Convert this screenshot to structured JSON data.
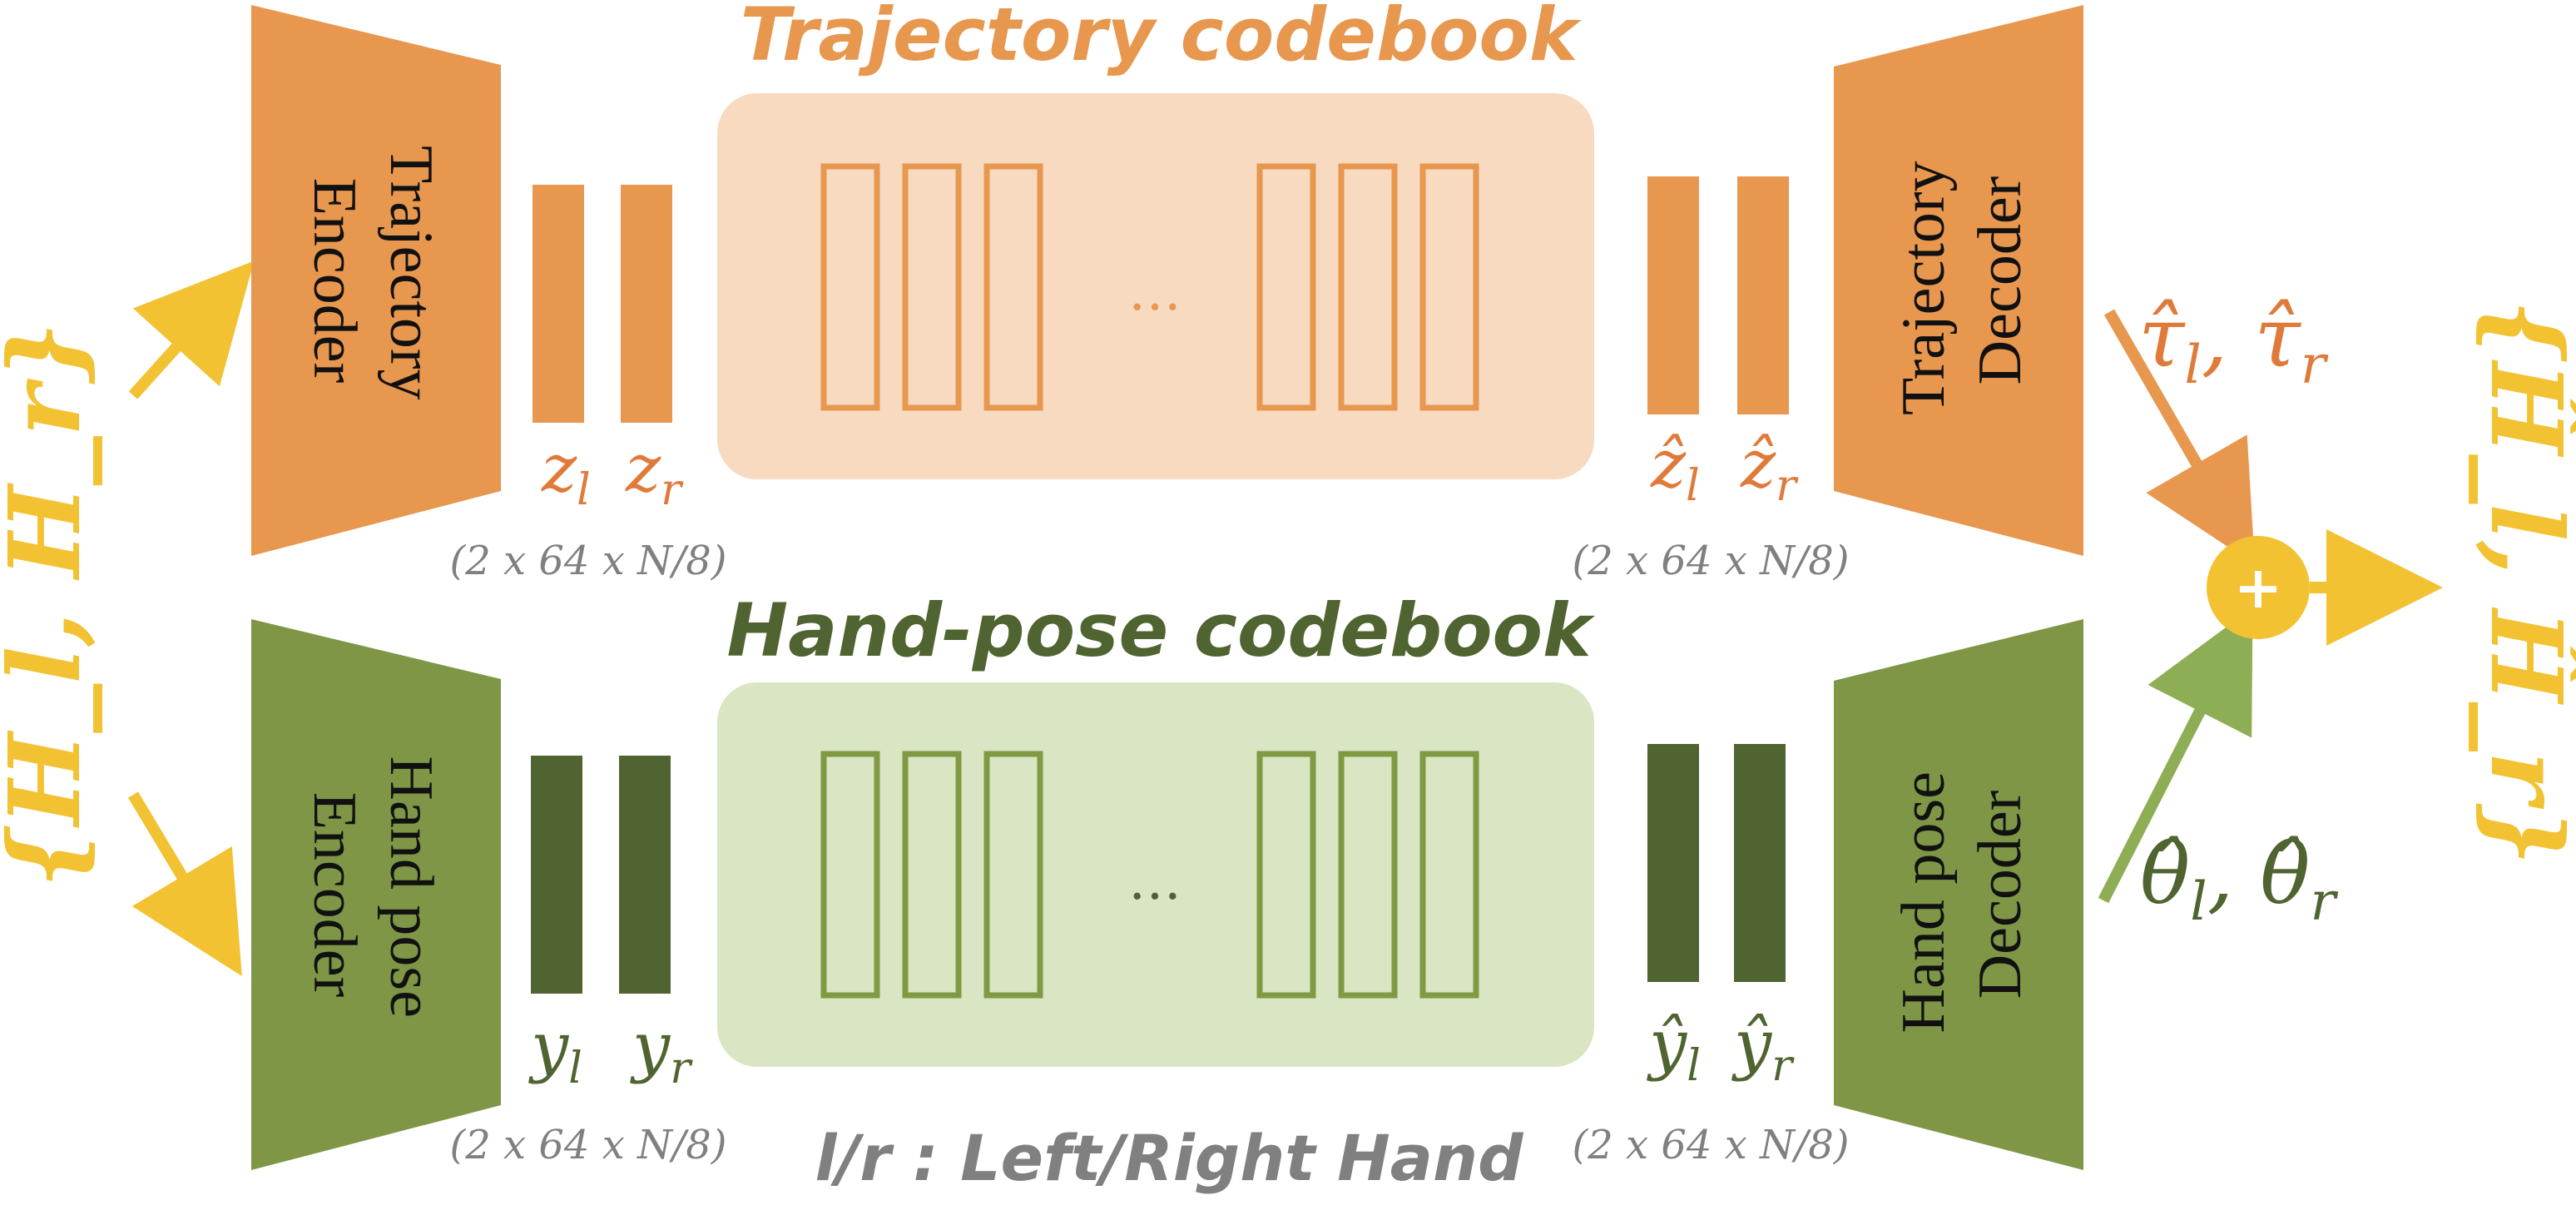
{
  "colors": {
    "orange": "#E8974F",
    "orange_light": "#F7DAC0",
    "orange_text": "#E8974F",
    "orange_sym": "#E07A3A",
    "green": "#7E9646",
    "green_dark": "#4F6430",
    "green_light": "#D9E5C3",
    "green_slot": "#7F9A43",
    "green_text": "#4F6430",
    "yellow": "#F2C232",
    "gray": "#808080"
  },
  "input_label": "{H_l, H_r}",
  "output_label": "{Ĥ_l, Ĥ_r}",
  "trajectory": {
    "codebook_title": "Trajectory codebook",
    "encoder_line1": "Trajectory",
    "encoder_line2": "Encoder",
    "decoder_line1": "Trajectory",
    "decoder_line2": "Decoder",
    "latent_left": "z",
    "latent_left_sub": "l",
    "latent_right": "z",
    "latent_right_sub": "r",
    "hat_left": "ẑ",
    "hat_left_sub": "l",
    "hat_right": "ẑ",
    "hat_right_sub": "r",
    "dim_in": "(2 x 64 x N/8)",
    "dim_out": "(2 x 64 x N/8)",
    "ellipsis": "…",
    "output": "τ̂",
    "output_sub_l": "l",
    "output_sub_r": "r",
    "output_sep": ", "
  },
  "handpose": {
    "codebook_title": "Hand-pose codebook",
    "encoder_line1": "Hand pose",
    "encoder_line2": "Encoder",
    "decoder_line1": "Hand pose",
    "decoder_line2": "Decoder",
    "latent_left": "y",
    "latent_left_sub": "l",
    "latent_right": "y",
    "latent_right_sub": "r",
    "hat_left": "ŷ",
    "hat_left_sub": "l",
    "hat_right": "ŷ",
    "hat_right_sub": "r",
    "dim_in": "(2 x 64 x N/8)",
    "dim_out": "(2 x 64 x N/8)",
    "ellipsis": "…",
    "output": "θ̂",
    "output_sub_l": "l",
    "output_sub_r": "r",
    "output_sep": ", "
  },
  "sum_symbol": "+",
  "legend": "l/r : Left/Right Hand"
}
